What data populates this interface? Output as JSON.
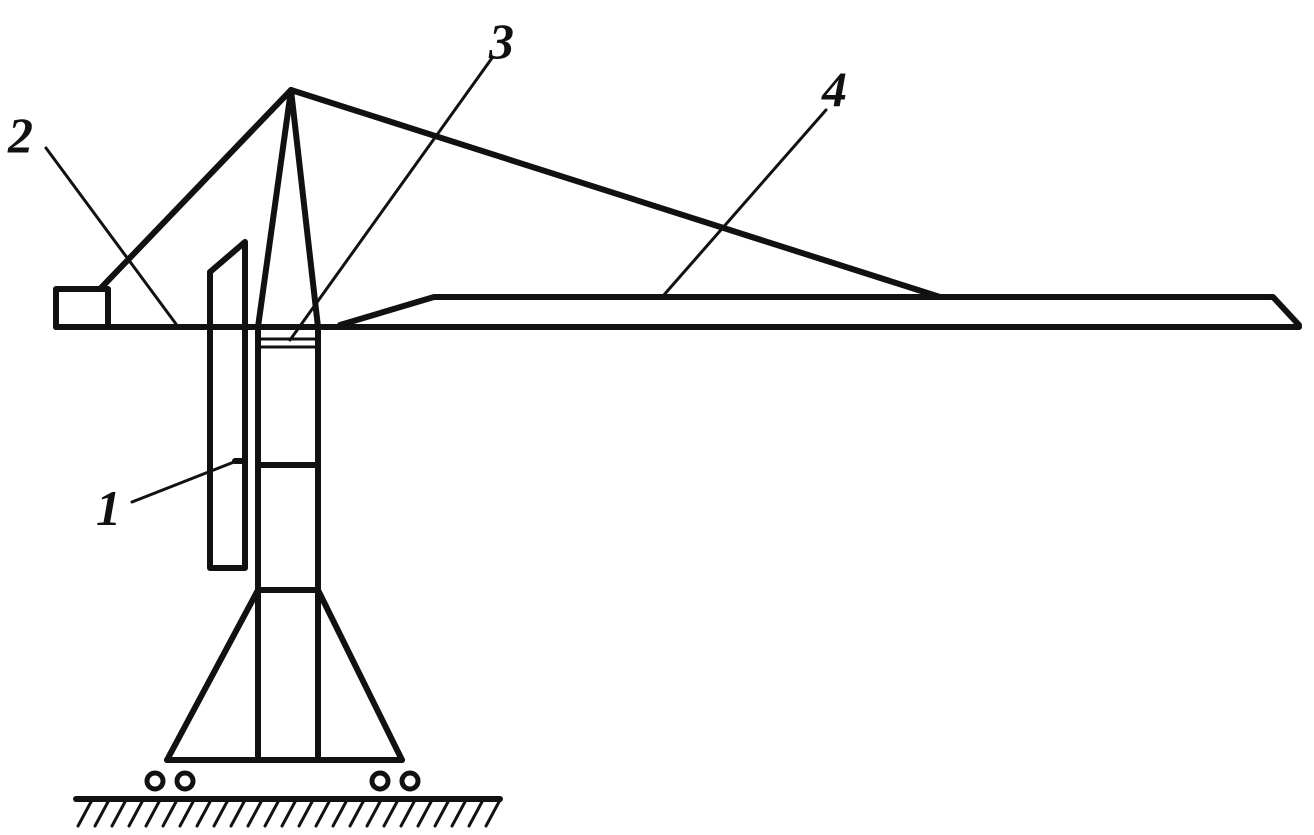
{
  "colors": {
    "line": "#111111",
    "background": "#ffffff"
  },
  "callouts": [
    {
      "id": "1",
      "label": "1"
    },
    {
      "id": "2",
      "label": "2"
    },
    {
      "id": "3",
      "label": "3"
    },
    {
      "id": "4",
      "label": "4"
    }
  ]
}
